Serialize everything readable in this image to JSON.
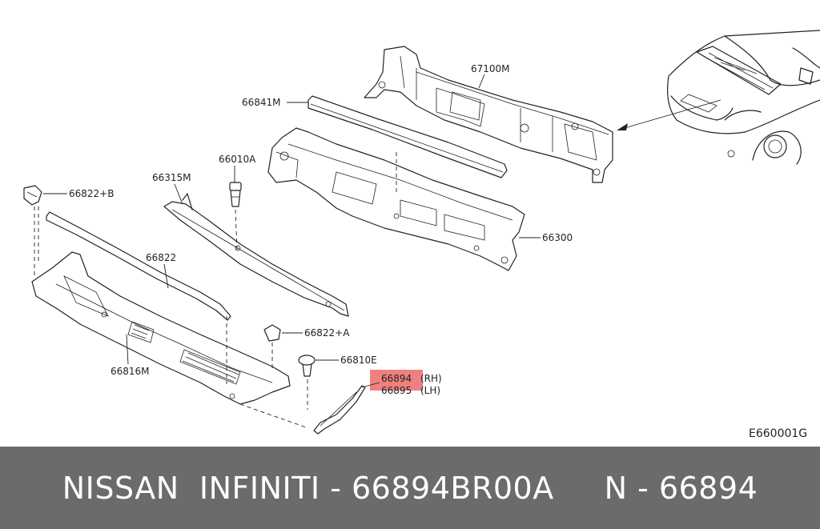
{
  "diagram": {
    "labels": {
      "p67100m": "67100M",
      "p66841m": "66841M",
      "p66300": "66300",
      "p66010a": "66010A",
      "p66315m": "66315M",
      "p66822b": "66822+B",
      "p66822": "66822",
      "p66822a": "66822+A",
      "p66816m": "66816M",
      "p66810e": "66810E",
      "p66894": "66894",
      "p66894_side": "(RH)",
      "p66895": "66895",
      "p66895_side": "(LH)"
    },
    "highlight_color": "#f08080",
    "drawing_code": "E660001G"
  },
  "footer": {
    "text": "NISSAN  INFINITI - 66894BR00A     N - 66894",
    "background": "#6b6b6b"
  }
}
